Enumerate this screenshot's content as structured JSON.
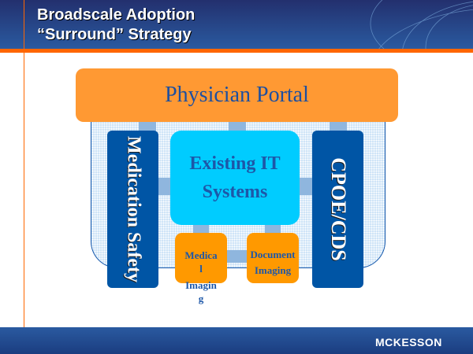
{
  "header": {
    "title_line1": "Broadscale Adoption",
    "title_line2": "“Surround” Strategy"
  },
  "diagram": {
    "portal": "Physician Portal",
    "left_column": "Medication Safety",
    "right_column": "CPOE/CDS",
    "center_line1": "Existing IT",
    "center_line2": "Systems",
    "box1_lines": [
      "Medica",
      "l",
      "Imagin",
      "g"
    ],
    "box2_lines": [
      "Document",
      "Imaging"
    ]
  },
  "footer": {
    "logo": "MCKESSON"
  },
  "colors": {
    "header": "#23306e",
    "accent": "#ff6600",
    "portal": "#ff9933",
    "column": "#0055a5",
    "center": "#00ccff",
    "small_box": "#ff9900"
  }
}
